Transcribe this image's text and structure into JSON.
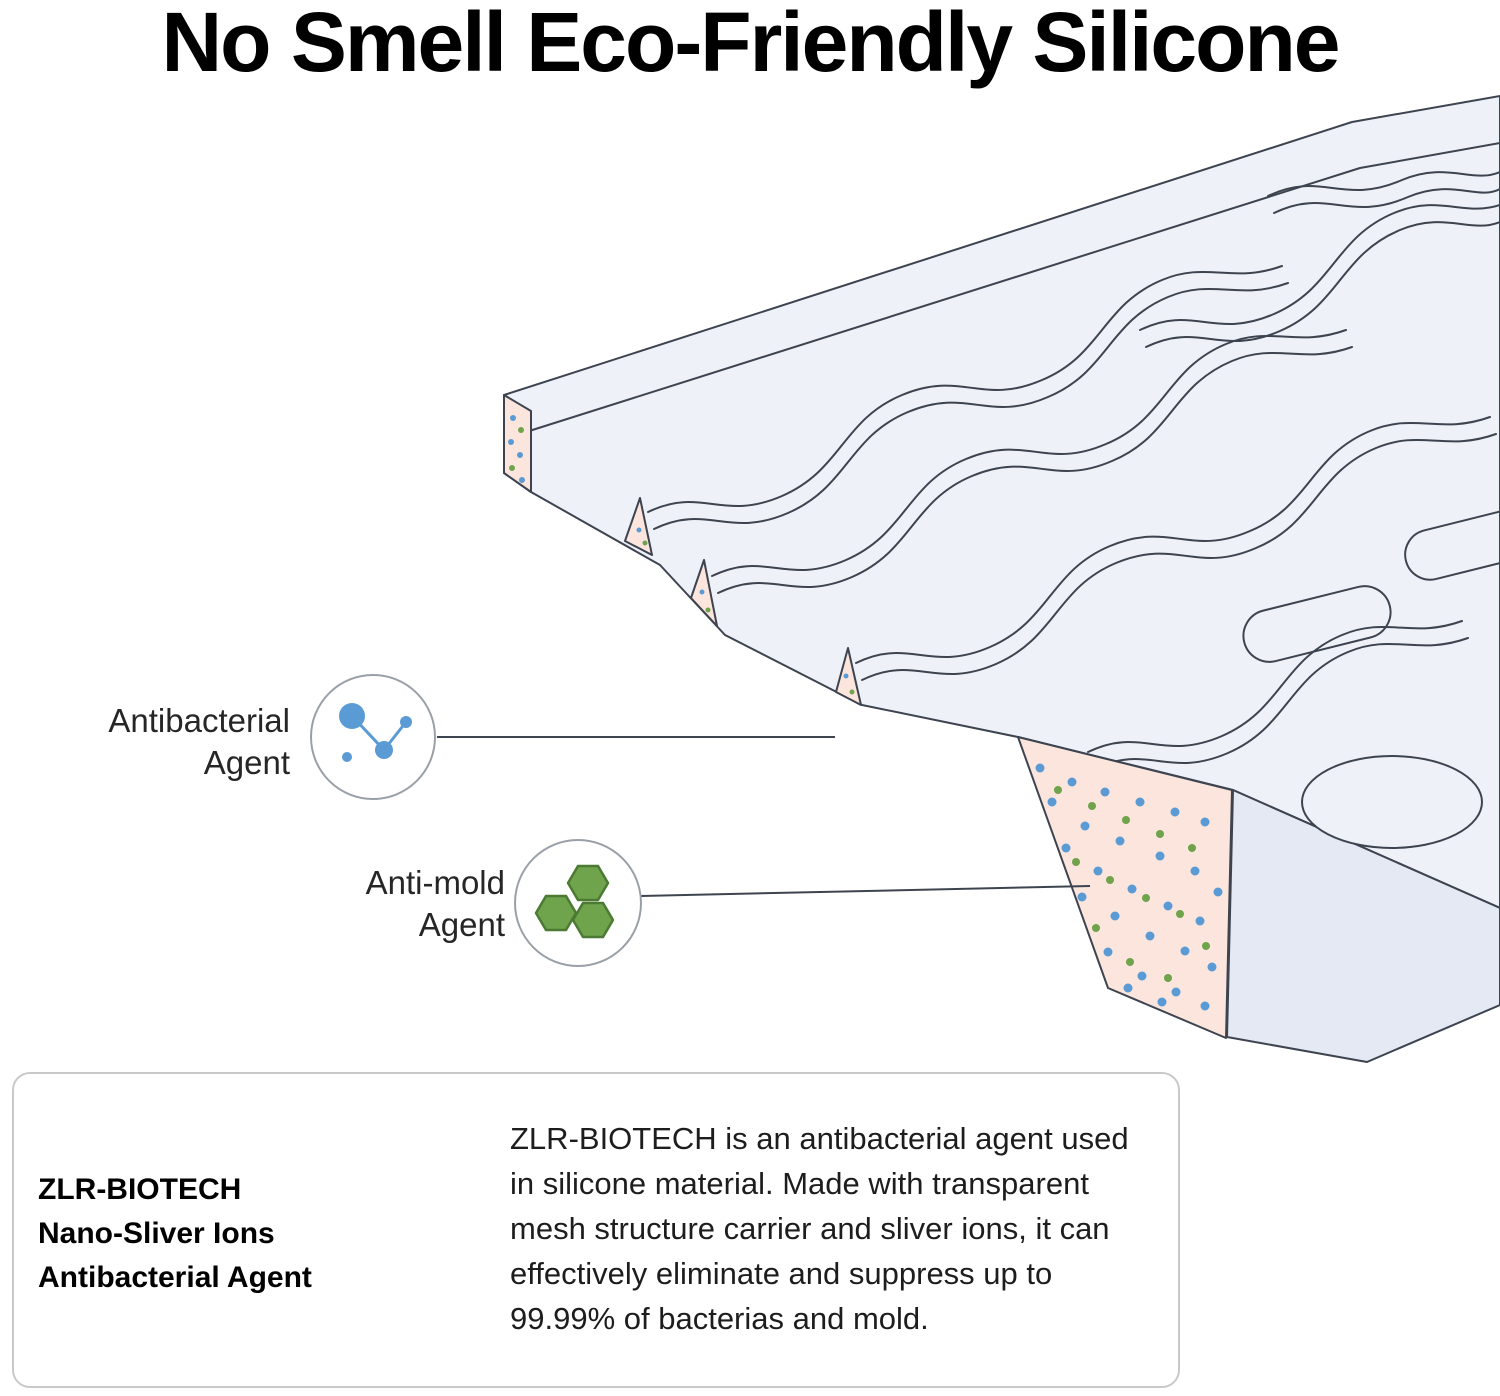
{
  "title": "No Smell Eco-Friendly Silicone",
  "callouts": {
    "antibacterial": {
      "lines": [
        "Antibacterial",
        "Agent"
      ],
      "icon": "molecule-dots-icon",
      "color": "#5b9bd5"
    },
    "anti_mold": {
      "lines": [
        "Anti-mold",
        "Agent"
      ],
      "icon": "hexagon-cluster-icon",
      "color": "#6fa34c"
    }
  },
  "info_box": {
    "heading_lines": [
      "ZLR-BIOTECH",
      "Nano-Sliver Ions",
      "Antibacterial Agent"
    ],
    "body": "ZLR-BIOTECH is an antibacterial agent used in silicone material. Made with transparent mesh structure carrier and sliver ions, it can effectively eliminate and suppress up to 99.99% of bacterias and mold."
  },
  "illustration": {
    "subject": "silicone-mat-cross-section",
    "colors": {
      "surface": "#eef1f8",
      "side_wall": "#e4e9f3",
      "cut_face": "#fce5dc",
      "outline": "#3d4450",
      "dot_blue": "#5b9bd5",
      "dot_green": "#6fa34c",
      "circle_stroke": "#9aa0a8"
    }
  }
}
